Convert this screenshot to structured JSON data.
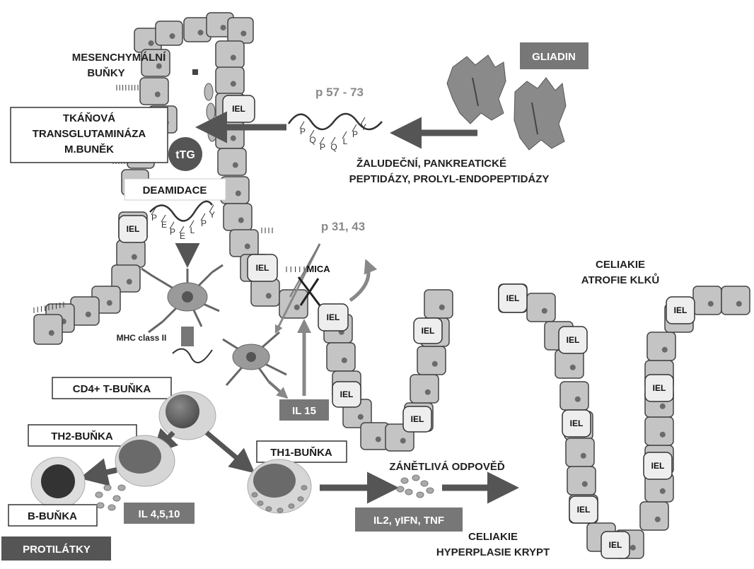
{
  "labels": {
    "mesenchymal_cells": [
      "MESENCHYMÁLNÍ",
      "BUŇKY"
    ],
    "tissue_tg": [
      "TKÁŇOVÁ",
      "TRANSGLUTAMINÁZA",
      "M.BUNĚK"
    ],
    "ttg": "tTG",
    "deamidation": "DEAMIDACE",
    "gliadin": "GLIADIN",
    "peptide_1": "p 57 - 73",
    "peptide_2": "p 31, 43",
    "peptidases": [
      "ŽALUDEČNÍ, PANKREATICKÉ",
      "PEPTIDÁZY, PROLYL-ENDOPEPTIDÁZY"
    ],
    "mica": "MICA",
    "celiac_atrophy": [
      "CELIAKIE",
      "ATROFIE KLKŮ"
    ],
    "mhc": "MHC class II",
    "cd4": "CD4+ T-BUŇKA",
    "th2": "TH2-BUŇKA",
    "th1": "TH1-BUŇKA",
    "il15": "IL 15",
    "b_cell": "B-BUŇKA",
    "il4510": "IL 4,5,10",
    "antibodies": "PROTILÁTKY",
    "inflammation": "ZÁNĚTLIVÁ ODPOVĚĎ",
    "cytokines": "IL2, γIFN, TNF",
    "celiac_hyperplasia": [
      "CELIAKIE",
      "HYPERPLASIE KRYPT"
    ],
    "iel": "IEL"
  },
  "peptide_residues": {
    "native": [
      "P",
      "Q",
      "P",
      "Q",
      "L",
      "P",
      "Y"
    ],
    "deamidated": [
      "P",
      "E",
      "P",
      "E",
      "L",
      "P",
      "Y"
    ]
  },
  "colors": {
    "cell_fill": "#c4c4c4",
    "nucleus": "#6a6a6a",
    "arrow": "#5a5a5a",
    "tag_dark": "#555555",
    "tag_mid": "#777777"
  }
}
